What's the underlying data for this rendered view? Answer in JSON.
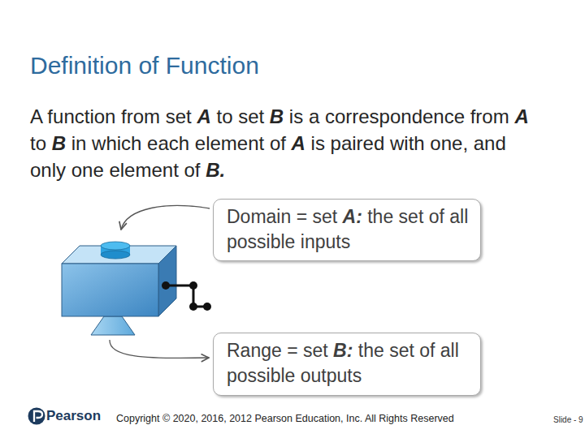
{
  "diagram": {
    "title": "Definition of Function",
    "nodes": [
      {
        "text": [
          "Domain = set A: the set of all possible inputs"
        ]
      },
      {
        "text": [
          "Range = set B: the set of all possible outputs"
        ]
      }
    ],
    "labels": [
      "A function from set A to set B is a correspondence from A to B in which each element of A is paired with one, and only one element of B.",
      "Pearson",
      "Copyright © 2020, 2016, 2012 Pearson Education, Inc. All Rights Reserved",
      "Slide - 9"
    ]
  }
}
